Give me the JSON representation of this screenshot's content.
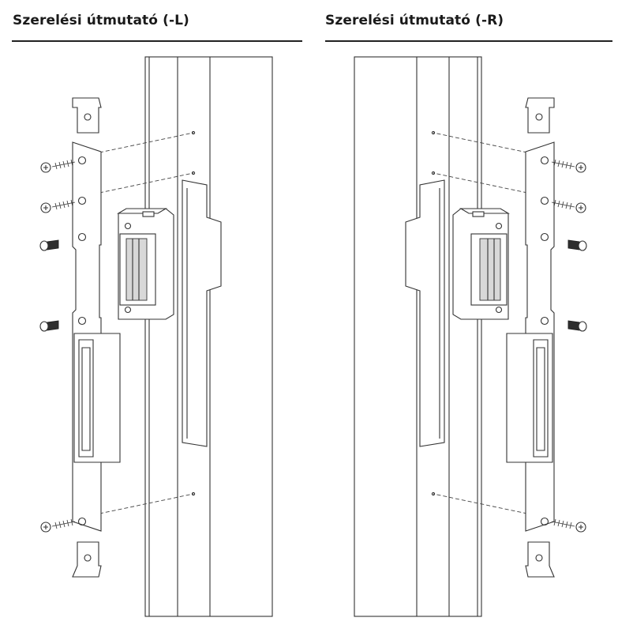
{
  "panels": [
    {
      "id": "left",
      "title": "Szerelési útmutató (-L)"
    },
    {
      "id": "right",
      "title": "Szerelési útmutató (-R)"
    }
  ]
}
